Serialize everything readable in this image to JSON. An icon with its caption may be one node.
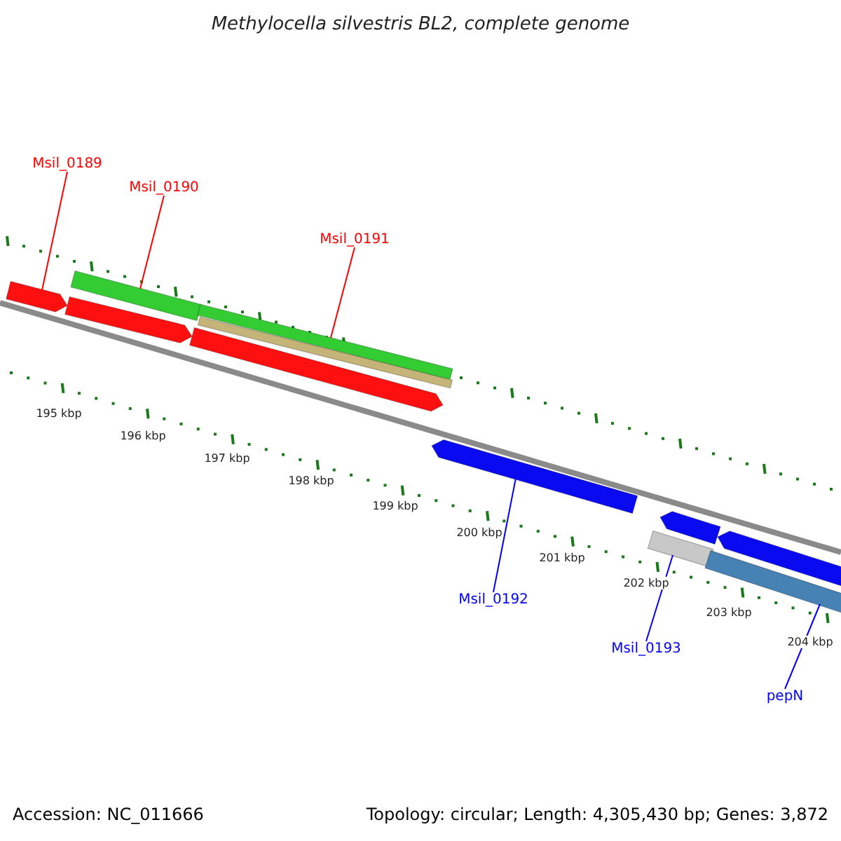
{
  "diagram": {
    "title": "Methylocella silvestris BL2, complete genome",
    "nodes": [
      {
        "text": [
          "Msil_0189"
        ]
      },
      {
        "text": [
          "Msil_0190"
        ]
      },
      {
        "text": [
          "Msil_0191"
        ]
      },
      {
        "text": [
          "Msil_0192"
        ]
      },
      {
        "text": [
          "Msil_0193"
        ]
      },
      {
        "text": [
          "pepN"
        ]
      },
      {
        "text": [],
        "shape": "arrow"
      },
      {
        "text": [],
        "shape": "bar"
      },
      {
        "text": [],
        "shape": "arrow"
      },
      {
        "text": [],
        "shape": "bar"
      },
      {
        "text": [],
        "shape": "bar"
      },
      {
        "text": [],
        "shape": "arrow"
      },
      {
        "text": [],
        "shape": "arrow"
      },
      {
        "text": [],
        "shape": "arrow"
      },
      {
        "text": [],
        "shape": "bar"
      },
      {
        "text": [],
        "shape": "arrow"
      },
      {
        "text": [],
        "shape": "bar"
      }
    ],
    "edges": [
      {
        "from": 0,
        "to": 6,
        "arrow": "none"
      },
      {
        "from": 1,
        "to": 7,
        "arrow": "none"
      },
      {
        "from": 2,
        "to": 9,
        "arrow": "none"
      },
      {
        "from": 3,
        "to": 12,
        "arrow": "none",
        "color": "#0000ff"
      },
      {
        "from": 4,
        "to": 14,
        "arrow": "none",
        "color": "#0000ff"
      },
      {
        "from": 5,
        "to": 16,
        "arrow": "none",
        "color": "#0000ff"
      }
    ],
    "labels": [
      "195 kbp",
      "196 kbp",
      "197 kbp",
      "198 kbp",
      "199 kbp",
      "200 kbp",
      "201 kbp",
      "202 kbp",
      "203 kbp",
      "204 kbp",
      "Accession: NC_011666",
      "Topology: circular; Length: 4,305,430 bp; Genes: 3,872"
    ]
  }
}
